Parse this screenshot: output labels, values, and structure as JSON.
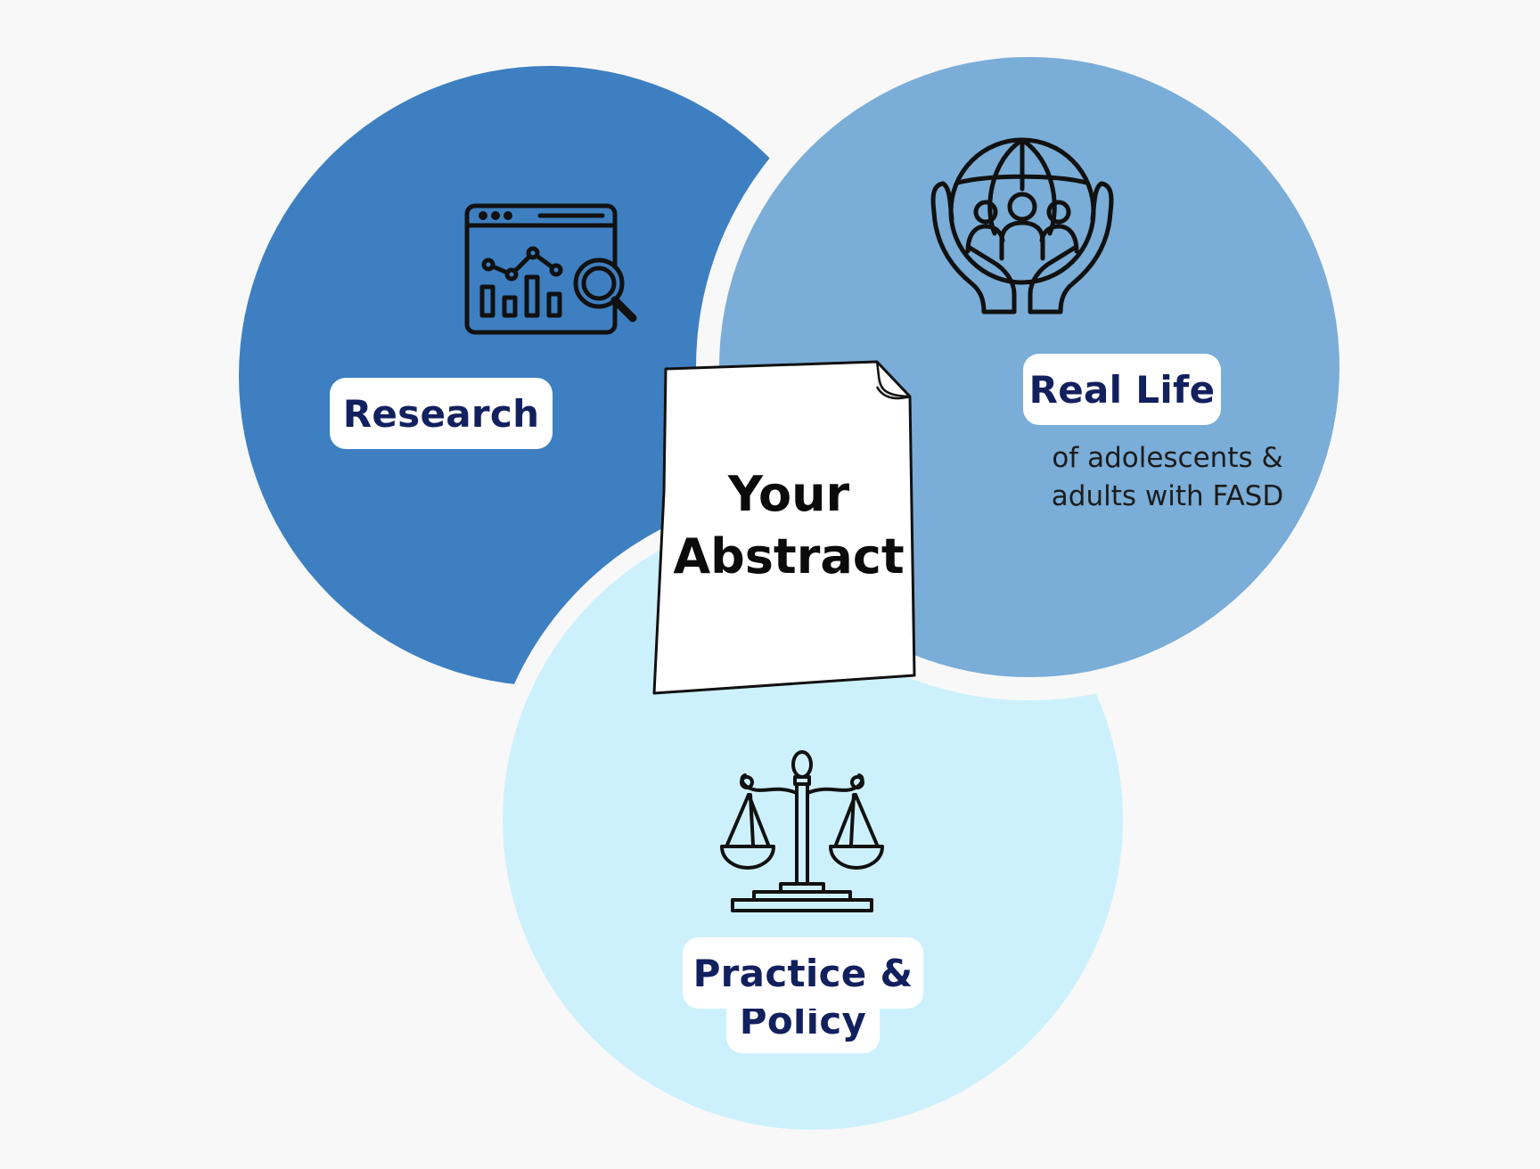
{
  "colors": {
    "background": "#f8f8f8",
    "research_circle": "#3d7fc1",
    "reallife_circle": "#7aadd7",
    "policy_circle": "#cdf1fc",
    "label_text": "#12205e",
    "icon_stroke": "#111111"
  },
  "research": {
    "label": "Research",
    "icon": "analytics-chart-magnifier-icon"
  },
  "real_life": {
    "label": "Real Life",
    "subtitle_line1": "of adolescents &",
    "subtitle_line2": "adults with FASD",
    "icon": "hands-holding-globe-people-icon"
  },
  "practice_policy": {
    "label_line1": "Practice &",
    "label_line2": "Policy",
    "icon": "scales-of-justice-icon"
  },
  "center": {
    "line1": "Your",
    "line2": "Abstract",
    "icon": "paper-sheet-icon"
  }
}
